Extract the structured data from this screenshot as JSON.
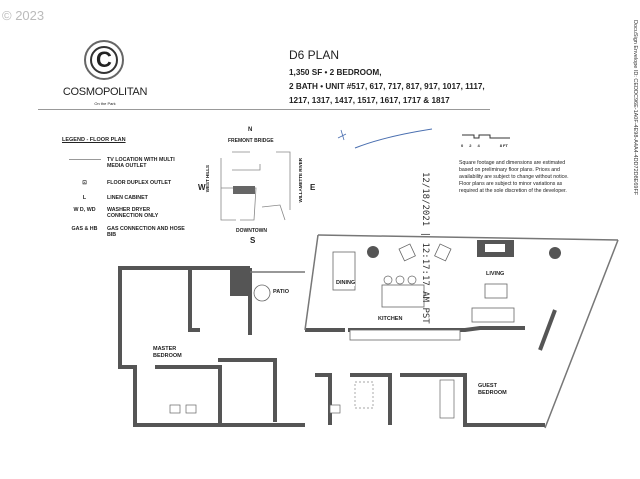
{
  "copyright": "© 2023",
  "brand": {
    "logo_letter": "C",
    "name": "COSMOPOLITAN",
    "tagline": "On the Park"
  },
  "plan": {
    "title": "D6 PLAN",
    "lines": [
      "1,350 SF • 2 BEDROOM,",
      "2 BATH • UNIT #517, 617, 717, 817, 917, 1017, 1117,",
      "1217, 1317, 1417, 1517, 1617, 1717 & 1817"
    ]
  },
  "docusign": "DocuSign Envelope ID: CEDDC96E-1A0F-4E98-A4A4-4DD72D8E69FF",
  "legend": {
    "title": "LEGEND - FLOOR PLAN",
    "items": [
      {
        "key": "",
        "label": "TV LOCATION WITH MULTI MEDIA OUTLET"
      },
      {
        "key": "⊡",
        "label": "FLOOR DUPLEX OUTLET"
      },
      {
        "key": "L",
        "label": "LINEN CABINET"
      },
      {
        "key": "W D, WD",
        "label": "WASHER DRYER CONNECTION ONLY"
      },
      {
        "key": "GAS & HB",
        "label": "GAS CONNECTION AND HOSE BIB"
      }
    ]
  },
  "compass": {
    "n": "N",
    "s": "S",
    "w": "W",
    "e": "E",
    "north": "FREMONT BRIDGE",
    "south": "DOWNTOWN",
    "west": "WEST HILLS",
    "east": "WILLAMETTE RIVER"
  },
  "scale": {
    "labels": [
      "0",
      "2",
      "4",
      "8 FT"
    ]
  },
  "disclaimer": "Square footage and dimensions are estimated based on preliminary floor plans. Prices and availability are subject to change without notice. Floor plans are subject to minor variations as required at the sole discretion of the developer.",
  "timestamp": "12/18/2021 | 12:17:17 AM PST",
  "rooms": {
    "dining": "DINING",
    "patio": "PATIO",
    "kitchen": "KITCHEN",
    "living": "LIVING",
    "master": "MASTER BEDROOM",
    "guest": "GUEST BEDROOM"
  },
  "colors": {
    "wall": "#555555",
    "pen": "#4a6fb0"
  }
}
